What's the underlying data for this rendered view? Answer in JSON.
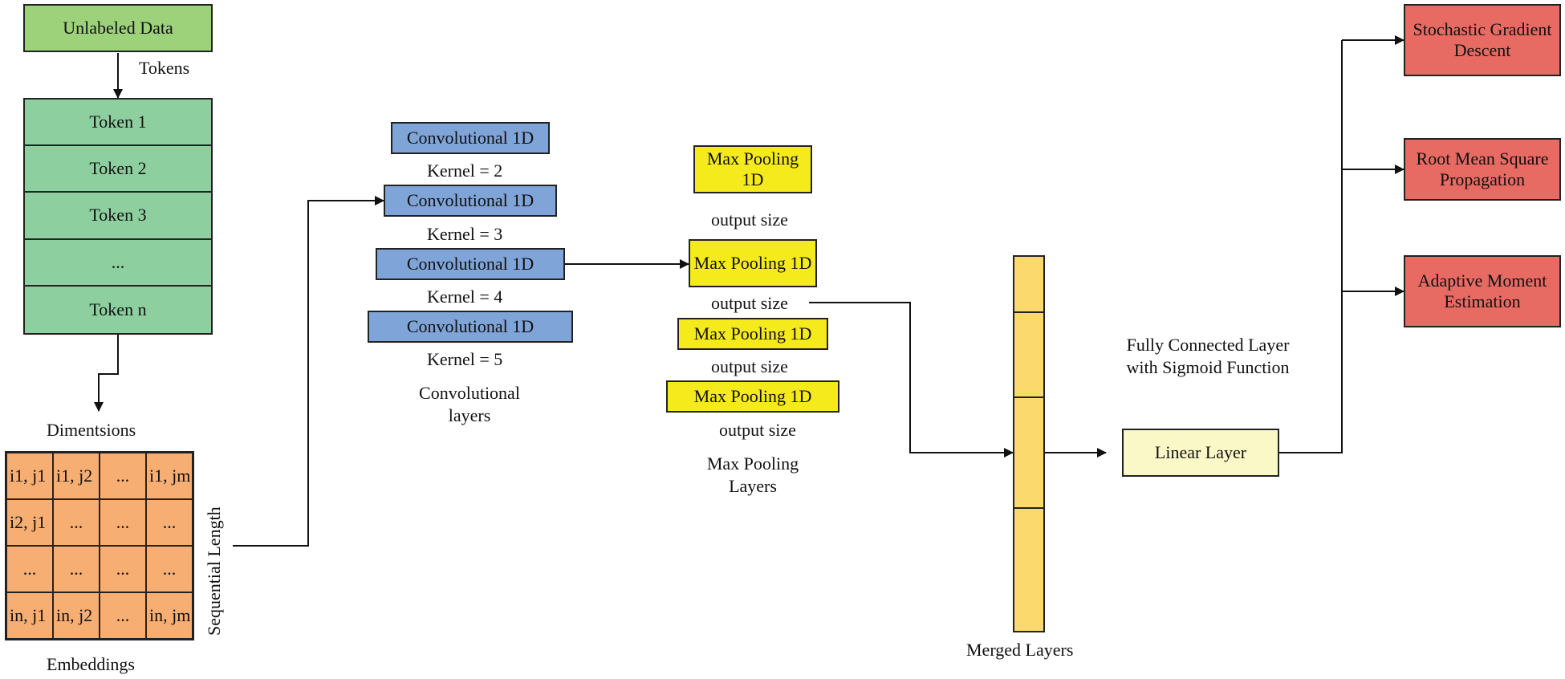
{
  "input": {
    "unlabeled_data": "Unlabeled Data",
    "tokens_label": "Tokens",
    "tokens": [
      "Token 1",
      "Token 2",
      "Token 3",
      "...",
      "Token n"
    ],
    "dimensions_label": "Dimentsions",
    "sequential_length_label": "Sequential Length",
    "embeddings_label": "Embeddings",
    "embedding_cells": [
      [
        "i1, j1",
        "i1, j2",
        "...",
        "i1, jm"
      ],
      [
        "i2, j1",
        "...",
        "...",
        "..."
      ],
      [
        "...",
        "...",
        "...",
        "..."
      ],
      [
        "in, j1",
        "in, j2",
        "...",
        "in, jm"
      ]
    ]
  },
  "conv": {
    "boxes": [
      "Convolutional 1D",
      "Convolutional 1D",
      "Convolutional 1D",
      "Convolutional 1D"
    ],
    "kernels": [
      "Kernel = 2",
      "Kernel = 3",
      "Kernel = 4",
      "Kernel = 5"
    ],
    "caption": "Convolutional layers"
  },
  "pool": {
    "boxes": [
      "Max Pooling 1D",
      "Max Pooling 1D",
      "Max Pooling 1D",
      "Max Pooling 1D"
    ],
    "outputs": [
      "output size",
      "output size",
      "output size",
      "output size"
    ],
    "caption": "Max Pooling Layers"
  },
  "merged": {
    "caption": "Merged Layers"
  },
  "fc": {
    "caption": "Fully Connected Layer with Sigmoid Function",
    "linear": "Linear Layer"
  },
  "optimizers": [
    "Stochastic Gradient Descent",
    "Root Mean Square Propagation",
    "Adaptive Moment Estimation"
  ],
  "colors": {
    "unlabeled": "#9dd27a",
    "token": "#8ecfa0",
    "embedding": "#f7ae72",
    "conv": "#7fa4d8",
    "pool": "#f5ea1c",
    "merged": "#fcd96c",
    "linear": "#fbf8c8",
    "optimizer": "#e76a63"
  }
}
